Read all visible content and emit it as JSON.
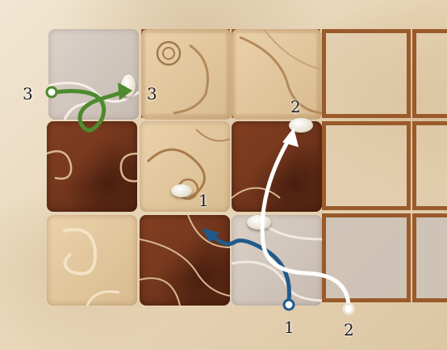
{
  "board": {
    "colors": {
      "frame": "#9a5a2a",
      "dark_tile": "#6a2e18",
      "light_tile": "#e2c79e",
      "grey_tile": "#cbc0b6",
      "path_blue": "#1f5a8c",
      "path_white": "#ffffff",
      "path_green": "#4e8a2e"
    },
    "icons": [
      "serpent-dragon-artwork-icon",
      "curl-pattern-icon",
      "white-stone-icon"
    ]
  },
  "moves": {
    "move_1": {
      "start_label": "1",
      "end_label": "1",
      "color": "blue"
    },
    "move_2": {
      "start_label": "2",
      "end_label": "2",
      "color": "white"
    },
    "move_3": {
      "start_label": "3",
      "end_label": "3",
      "color": "green"
    }
  }
}
